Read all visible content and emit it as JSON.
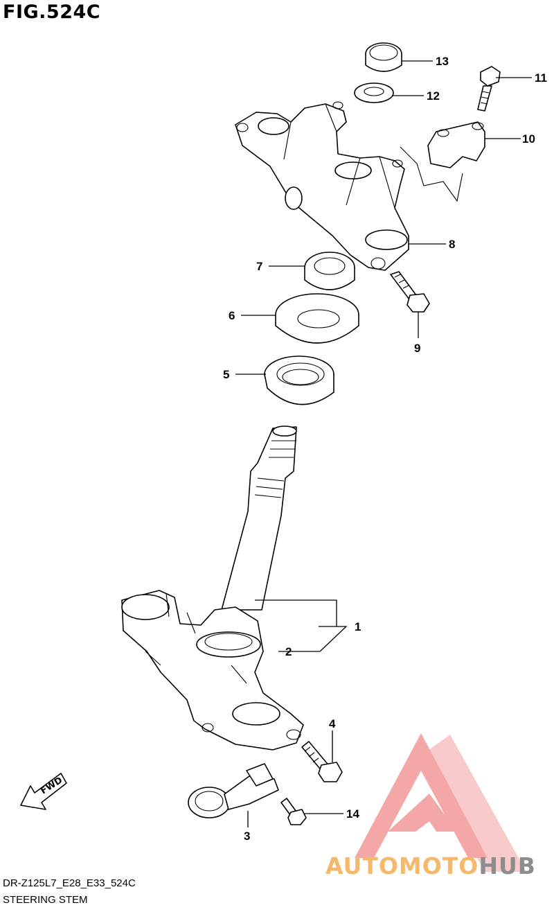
{
  "figure": {
    "title": "FIG.524C",
    "code": "DR-Z125L7_E28_E33_524C",
    "name": "STEERING STEM"
  },
  "fwd_label": "FWD",
  "callouts": [
    "1",
    "2",
    "3",
    "4",
    "5",
    "6",
    "7",
    "8",
    "9",
    "10",
    "11",
    "12",
    "13",
    "14"
  ],
  "watermark": {
    "brand_orange": "AUTOMOTO",
    "brand_gray": "HUB",
    "color_orange": "#f6b86b",
    "color_gray": "#8d8d8d",
    "color_triangle": "#f08a8a"
  }
}
